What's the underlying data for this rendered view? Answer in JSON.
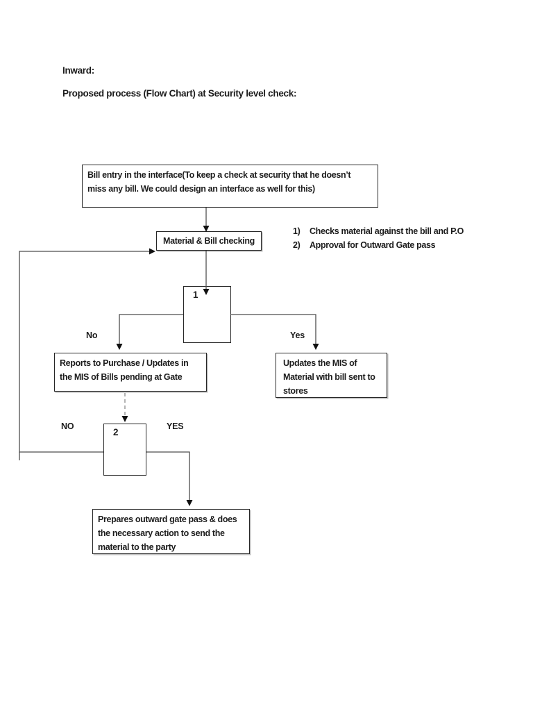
{
  "page": {
    "heading1": "Inward:",
    "heading2": "Proposed process (Flow Chart) at Security level check:"
  },
  "flowchart": {
    "nodes": {
      "bill_entry": {
        "line1": "Bill entry in the interface(To keep a check at security that he doesn’t",
        "line2": "miss any bill. We could design an interface as well for this)"
      },
      "material_check": {
        "text": "Material & Bill checking"
      },
      "decision1": {
        "label": "1"
      },
      "reports": {
        "line1": "Reports to Purchase / Updates in",
        "line2": "the MIS of Bills pending at Gate"
      },
      "updates_mis": {
        "line1": "Updates the MIS of",
        "line2": "Material with bill sent to",
        "line3": "stores"
      },
      "decision2": {
        "label": "2"
      },
      "prepares": {
        "line1": "Prepares outward gate pass & does",
        "line2": "the necessary action to send the",
        "line3": "material to the party"
      }
    },
    "branch_labels": {
      "decision1_no": "No",
      "decision1_yes": "Yes",
      "decision2_no": "NO",
      "decision2_yes": "YES"
    },
    "side_list": [
      {
        "num": "1)",
        "text": "Checks material against the bill and P.O"
      },
      {
        "num": "2)",
        "text": "Approval for Outward Gate pass"
      }
    ]
  },
  "colors": {
    "background": "#ffffff",
    "text": "#1c1c1c",
    "box_border": "#262626",
    "connector": "#4d4d4d",
    "dashed_connector": "#8c8c8c"
  }
}
